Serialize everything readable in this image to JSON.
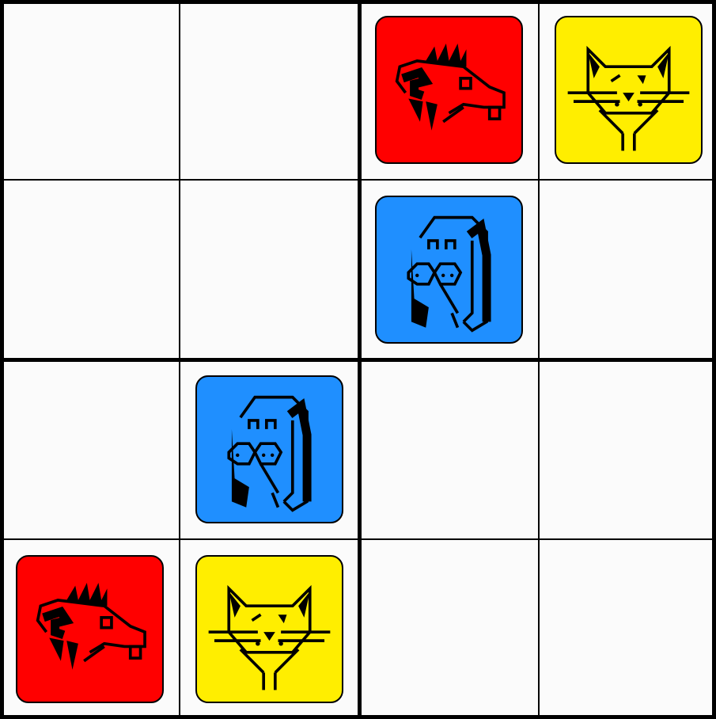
{
  "board": {
    "rows": 4,
    "cols": 4,
    "colors": {
      "cell_bg": "#fbfbfb",
      "grid": "#000000",
      "rat": "#ff0000",
      "cat": "#ffee00",
      "dog": "#1f8fff"
    },
    "cells": [
      [
        null,
        null,
        "rat",
        "cat"
      ],
      [
        null,
        null,
        "dog",
        null
      ],
      [
        null,
        "dog",
        null,
        null
      ],
      [
        "rat",
        "cat",
        null,
        null
      ]
    ]
  }
}
